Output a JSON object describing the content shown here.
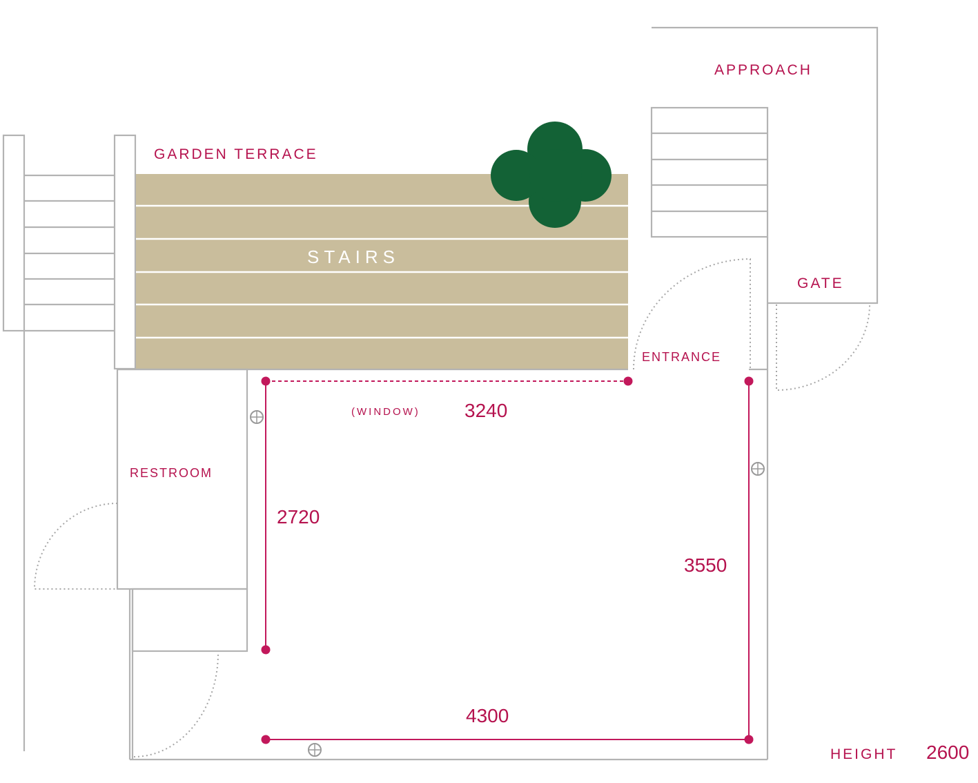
{
  "labels": {
    "approach": "APPROACH",
    "garden_terrace": "GARDEN TERRACE",
    "stairs": "STAIRS",
    "gate": "GATE",
    "entrance": "ENTRANCE",
    "restroom": "RESTROOM",
    "window": "(WINDOW)",
    "height_label": "HEIGHT"
  },
  "dimensions": {
    "window_width": "3240",
    "left_wall": "2720",
    "right_wall": "3550",
    "bottom_wall": "4300",
    "height": "2600"
  },
  "colors": {
    "accent": "#b5124e",
    "stairs_fill": "#c9bd9c",
    "tree": "#136236",
    "walls": "#b3b3b3"
  }
}
